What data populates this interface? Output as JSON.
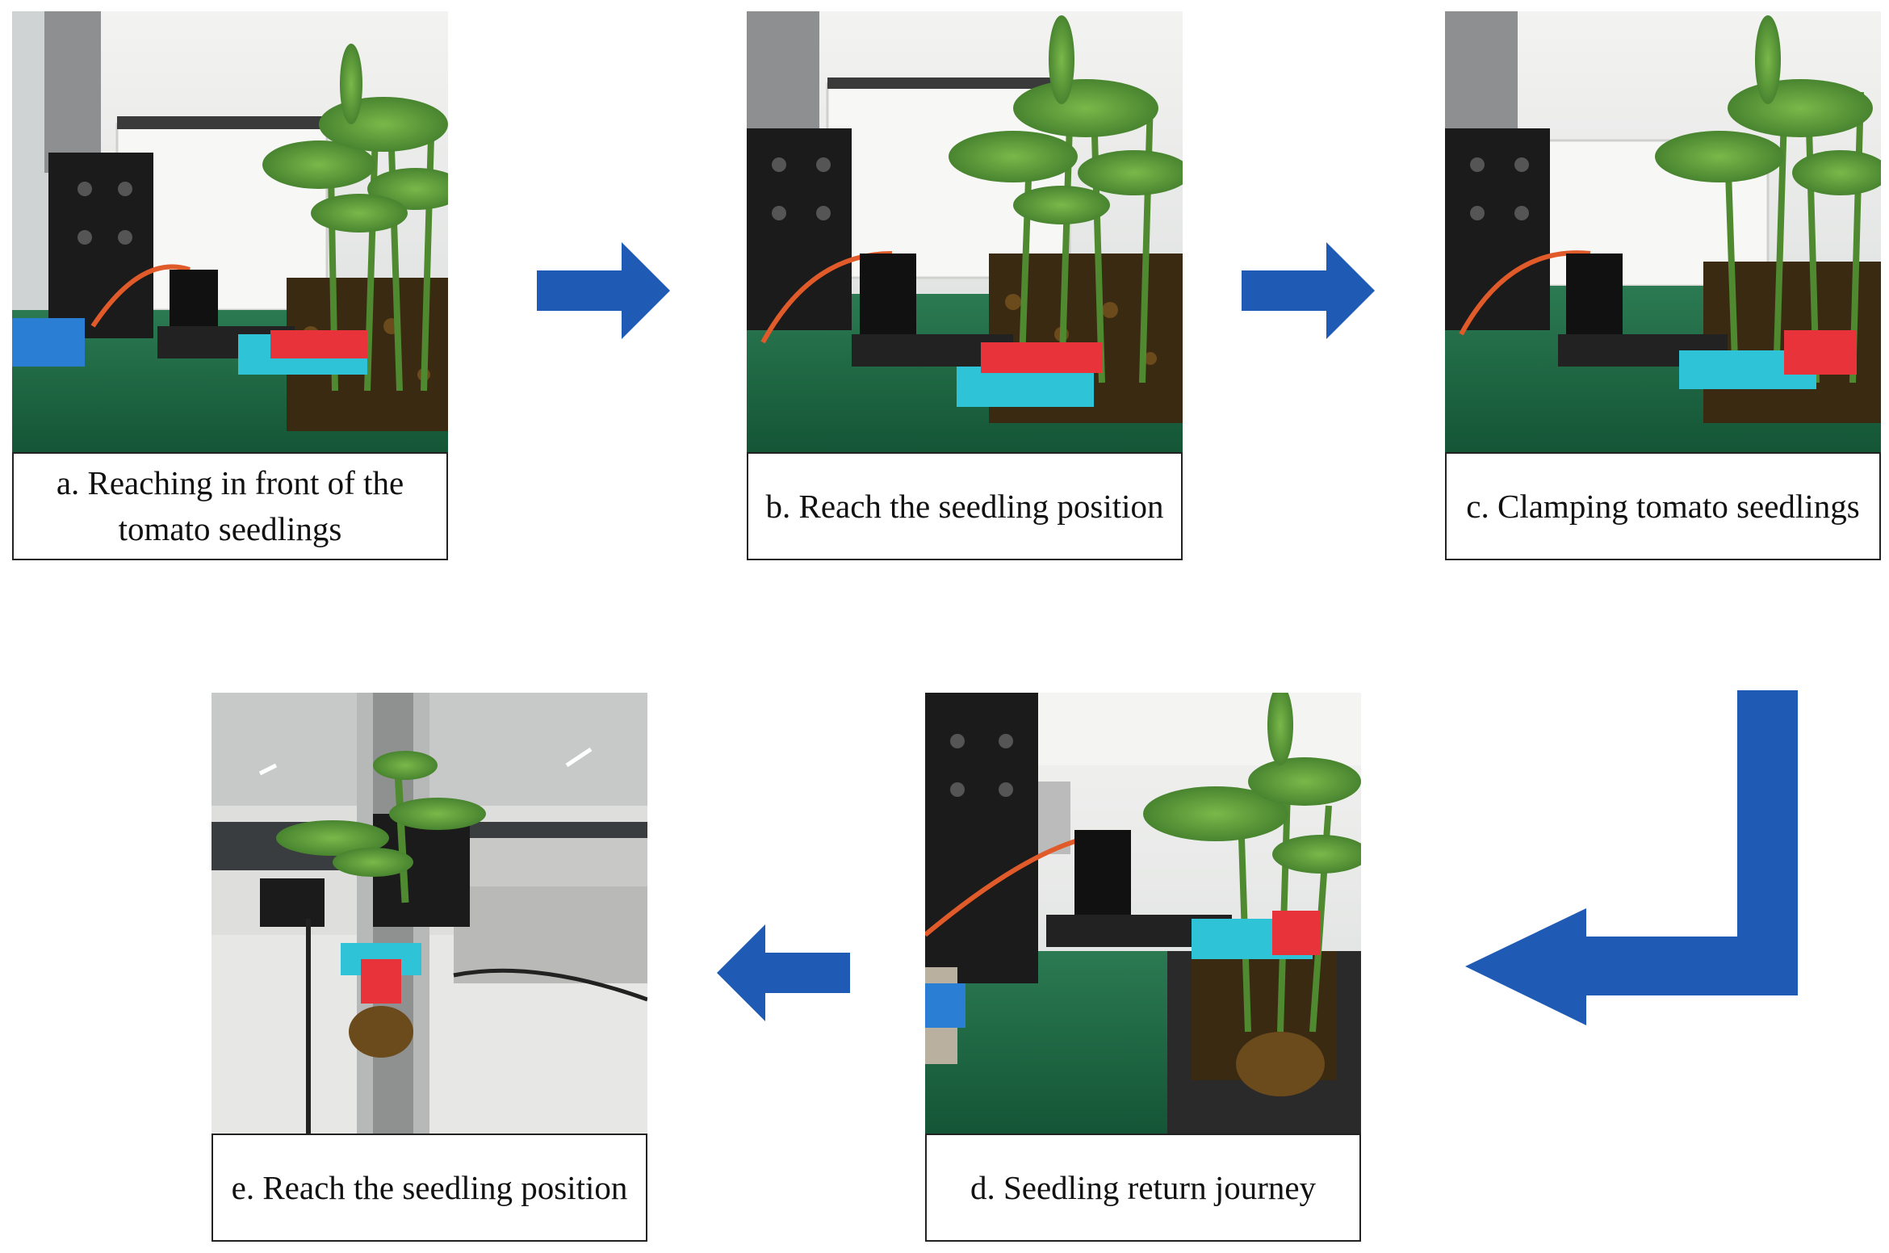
{
  "steps": {
    "a": {
      "caption": "a. Reaching in front of the tomato seedlings"
    },
    "b": {
      "caption": "b. Reach the seedling position"
    },
    "c": {
      "caption": "c. Clamping tomato seedlings"
    },
    "d": {
      "caption": "d. Seedling return journey"
    },
    "e": {
      "caption": "e. Reach the seedling position"
    }
  },
  "colors": {
    "arrow": "#1f5bb5",
    "gripper_cyan": "#2fc3d8",
    "gripper_red": "#e8333a",
    "bench_green": "#1f6b46",
    "leaf_green": "#5f9a3c"
  }
}
